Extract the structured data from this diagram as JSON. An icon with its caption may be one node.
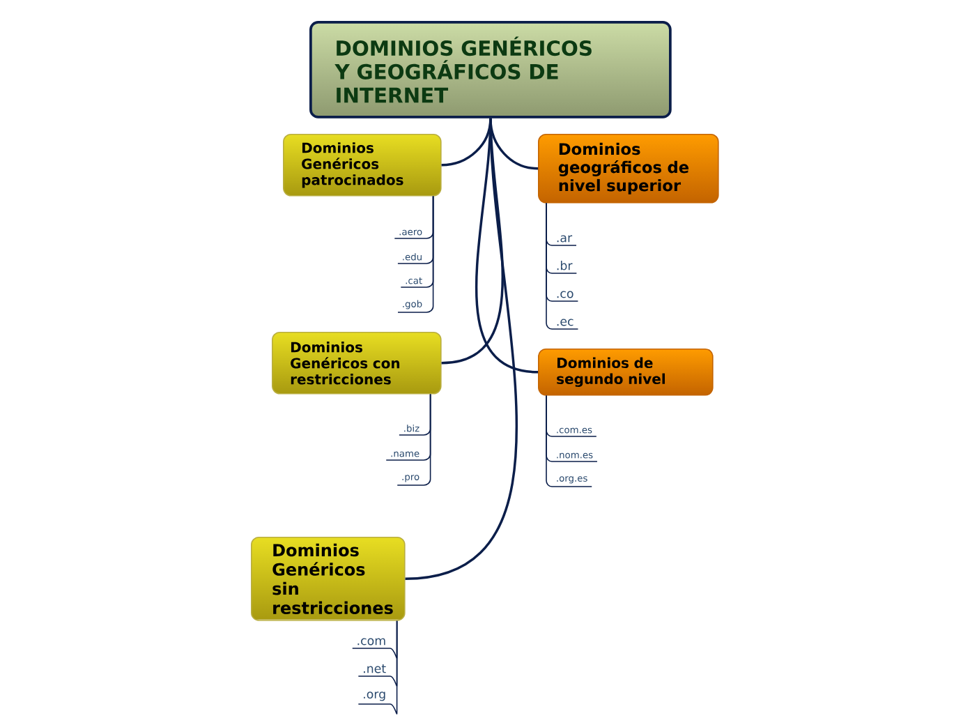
{
  "diagram": {
    "nodes": [
      {
        "text": [
          "DOMINIOS GENÉRICOS Y GEOGRÁFICOS DE INTERNET"
        ]
      },
      {
        "text": [
          "Dominios Genéricos patrocinados"
        ]
      },
      {
        "text": [
          ".aero"
        ]
      },
      {
        "text": [
          ".edu"
        ]
      },
      {
        "text": [
          ".cat"
        ]
      },
      {
        "text": [
          ".gob"
        ]
      },
      {
        "text": [
          "Dominios Genéricos con restricciones"
        ]
      },
      {
        "text": [
          ".biz"
        ]
      },
      {
        "text": [
          ".name"
        ]
      },
      {
        "text": [
          ".pro"
        ]
      },
      {
        "text": [
          "Dominios Genéricos sin restricciones"
        ]
      },
      {
        "text": [
          ".com"
        ]
      },
      {
        "text": [
          ".net"
        ]
      },
      {
        "text": [
          ".org"
        ]
      },
      {
        "text": [
          "Dominios geográficos de nivel superior"
        ]
      },
      {
        "text": [
          ".ar"
        ]
      },
      {
        "text": [
          ".br"
        ]
      },
      {
        "text": [
          ".co"
        ]
      },
      {
        "text": [
          ".ec"
        ]
      },
      {
        "text": [
          "Dominios de segundo nivel"
        ]
      },
      {
        "text": [
          ".com.es"
        ]
      },
      {
        "text": [
          ".nom.es"
        ]
      },
      {
        "text": [
          ".org.es"
        ]
      }
    ],
    "edges": [
      {
        "from": 0,
        "to": 1,
        "arrow": "none"
      },
      {
        "from": 1,
        "to": 2,
        "arrow": "none"
      },
      {
        "from": 1,
        "to": 3,
        "arrow": "none"
      },
      {
        "from": 1,
        "to": 4,
        "arrow": "none"
      },
      {
        "from": 1,
        "to": 5,
        "arrow": "none"
      },
      {
        "from": 0,
        "to": 6,
        "arrow": "none"
      },
      {
        "from": 6,
        "to": 7,
        "arrow": "none"
      },
      {
        "from": 6,
        "to": 8,
        "arrow": "none"
      },
      {
        "from": 6,
        "to": 9,
        "arrow": "none"
      },
      {
        "from": 0,
        "to": 10,
        "arrow": "none"
      },
      {
        "from": 10,
        "to": 11,
        "arrow": "none"
      },
      {
        "from": 10,
        "to": 12,
        "arrow": "none"
      },
      {
        "from": 10,
        "to": 13,
        "arrow": "none"
      },
      {
        "from": 0,
        "to": 14,
        "arrow": "none"
      },
      {
        "from": 14,
        "to": 15,
        "arrow": "none"
      },
      {
        "from": 14,
        "to": 16,
        "arrow": "none"
      },
      {
        "from": 14,
        "to": 17,
        "arrow": "none"
      },
      {
        "from": 14,
        "to": 18,
        "arrow": "none"
      },
      {
        "from": 0,
        "to": 19,
        "arrow": "none"
      },
      {
        "from": 19,
        "to": 20,
        "arrow": "none"
      },
      {
        "from": 19,
        "to": 21,
        "arrow": "none"
      },
      {
        "from": 19,
        "to": 22,
        "arrow": "none"
      }
    ]
  }
}
